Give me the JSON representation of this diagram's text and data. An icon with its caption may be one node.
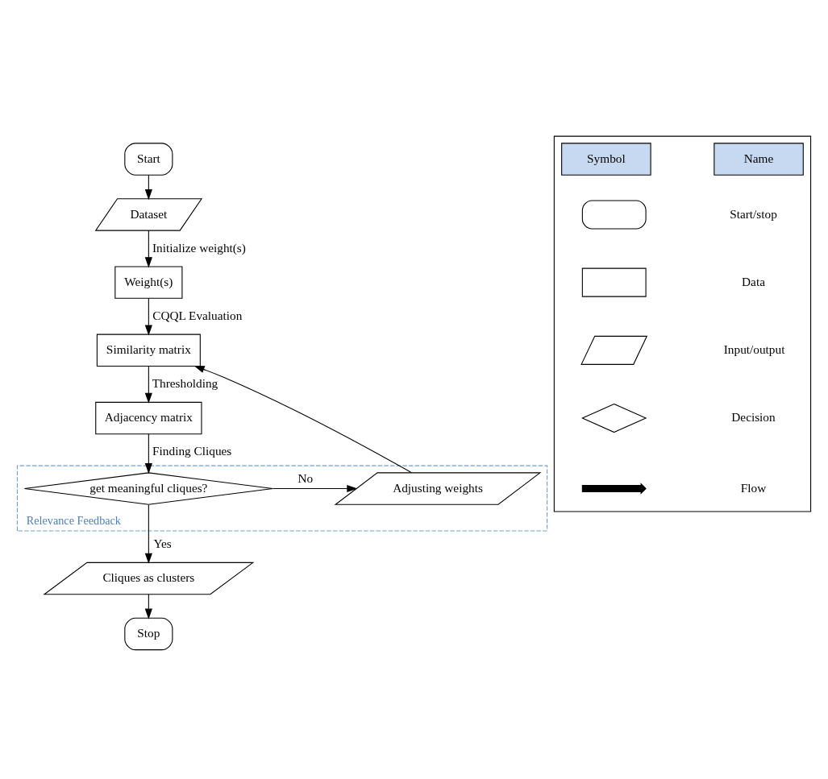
{
  "diagram": {
    "nodes": [
      {
        "text": [
          "Start"
        ]
      },
      {
        "text": [
          "Dataset"
        ]
      },
      {
        "text": [
          "Weight(s)"
        ]
      },
      {
        "text": [
          "Similarity matrix"
        ]
      },
      {
        "text": [
          "Adjacency matrix"
        ]
      },
      {
        "text": [
          "Relevance Feedback"
        ]
      },
      {
        "text": [
          "get meaningful cliques?"
        ],
        "in": 5
      },
      {
        "text": [
          "Adjusting weights"
        ],
        "in": 5
      },
      {
        "text": [
          "Cliques as clusters"
        ]
      },
      {
        "text": [
          "Stop"
        ]
      },
      {
        "text": [],
        "shape": "box"
      },
      {
        "text": [],
        "shape": "box",
        "in": 10
      },
      {
        "text": [],
        "shape": "box",
        "in": 10
      },
      {
        "text": [],
        "shape": "parallelogram",
        "in": 10
      },
      {
        "text": [],
        "shape": "diamond",
        "in": 10
      },
      {
        "text": [],
        "shape": "arrow",
        "in": 10
      }
    ],
    "edges": [
      {
        "from": 0,
        "to": 1,
        "arrow": "to"
      },
      {
        "from": 1,
        "to": 2,
        "arrow": "to",
        "label": "Initialize weight(s)"
      },
      {
        "from": 2,
        "to": 3,
        "arrow": "to",
        "label": "CQQL Evaluation"
      },
      {
        "from": 3,
        "to": 4,
        "arrow": "to",
        "label": "Thresholding"
      },
      {
        "from": 4,
        "to": 6,
        "arrow": "to",
        "label": "Finding Cliques"
      },
      {
        "from": 6,
        "to": 7,
        "arrow": "to",
        "label": "No"
      },
      {
        "from": 7,
        "to": 3,
        "arrow": "to"
      },
      {
        "from": 6,
        "to": 8,
        "arrow": "to",
        "label": "Yes"
      },
      {
        "from": 8,
        "to": 9,
        "arrow": "to"
      }
    ],
    "labels": [
      "Symbol",
      "Name"
    ],
    "legend": [
      {
        "text": "Start/stop"
      },
      {
        "text": "Data"
      },
      {
        "text": "Input/output"
      },
      {
        "text": "Decision"
      },
      {
        "text": "Flow"
      }
    ]
  }
}
